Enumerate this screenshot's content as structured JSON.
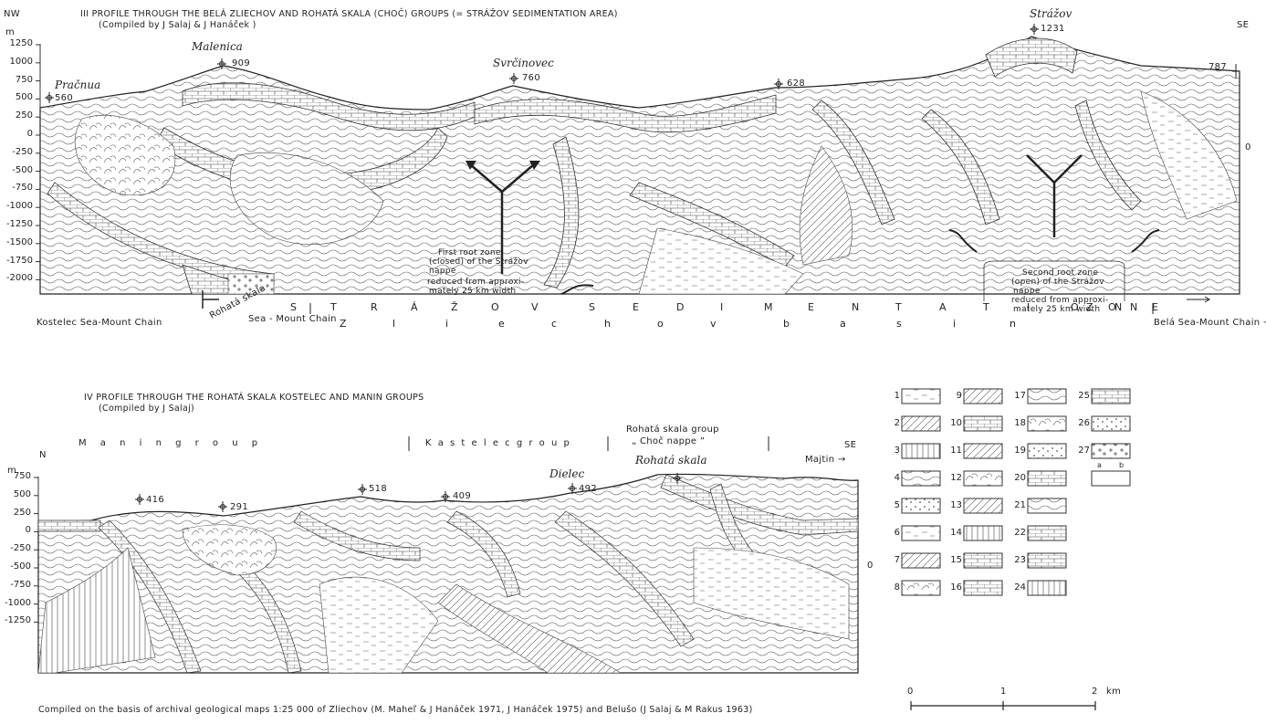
{
  "profile3": {
    "nw": "NW",
    "se": "SE",
    "title": "III  PROFILE THROUGH THE BELÁ  ZLIECHOV AND ROHATÁ SKALA (CHOČ)  GROUPS (= STRÁŽOV SEDIMENTATION AREA)",
    "credit": "(Compiled by  J  Salaj  &  J  Hanáček )",
    "unit": "m",
    "ticks": [
      "1250",
      "1000",
      "750",
      "500",
      "250",
      "0",
      "-250",
      "-500",
      "-750",
      "-1000",
      "-1250",
      "-1500",
      "-1750",
      "-2000"
    ],
    "right_zero": "0",
    "peaks": [
      {
        "name": "Pračnua",
        "elev": "560"
      },
      {
        "name": "Malenica",
        "elev": "909"
      },
      {
        "name": "Svrčinovec",
        "elev": "760"
      },
      {
        "name": "",
        "elev": "628"
      },
      {
        "name": "Strážov",
        "elev": "1231"
      },
      {
        "name": "",
        "elev": "787"
      }
    ],
    "root1": [
      "First root zone",
      "(closed) of the Strážov",
      "nappe",
      "reduced from approxi-",
      "mately  25 km width"
    ],
    "root2": [
      "Second root zone",
      "(open) of the Strážov",
      "nappe",
      "reduced from approxi-",
      "mately  25 km width"
    ],
    "zone_letters": [
      "S",
      "T",
      "R",
      "Á",
      "Ž",
      "O",
      "V",
      "S",
      "E",
      "D",
      "I",
      "M",
      "E",
      "N",
      "T",
      "A",
      "T",
      "I",
      "O",
      "N",
      "Z",
      "O",
      "N",
      "E"
    ],
    "basin_letters": [
      "Z",
      "l",
      "i",
      "e",
      "c",
      "h",
      "o",
      "v",
      "b",
      "a",
      "s",
      "i",
      "n"
    ],
    "bottom": {
      "left": "Kostelec Sea-Mount Chain",
      "rohata": "Rohatá skala",
      "sea_mount": "Sea - Mount Chain",
      "right": "Belá Sea-Mount Chain →"
    }
  },
  "profile4": {
    "title": "IV  PROFILE THROUGH THE ROHATÁ SKALA  KOSTELEC AND MANIN GROUPS",
    "credit": "(Compiled by  J  Salaj)",
    "groups": [
      "M a n i n         g r o u p",
      "K a s t e l e c     g r o u p",
      "Rohatá  skala group",
      "„ Choč  nappe ”"
    ],
    "n": "N",
    "se": "SE",
    "majtin": "Majtin →",
    "unit": "m",
    "ticks": [
      "750",
      "500",
      "250",
      "0",
      "-250",
      "-500",
      "-750",
      "-1000",
      "-1250"
    ],
    "right_zero": "0",
    "peaks": [
      {
        "name": "",
        "elev": "416"
      },
      {
        "name": "",
        "elev": "291"
      },
      {
        "name": "",
        "elev": "518"
      },
      {
        "name": "",
        "elev": "409"
      },
      {
        "name": "Dielec",
        "elev": "492"
      },
      {
        "name": "Rohatá skala",
        "elev": ""
      }
    ]
  },
  "legend": {
    "numbers": [
      "1",
      "2",
      "3",
      "4",
      "5",
      "6",
      "7",
      "8",
      "9",
      "10",
      "11",
      "12",
      "13",
      "14",
      "15",
      "16",
      "17",
      "18",
      "19",
      "20",
      "21",
      "22",
      "23",
      "24",
      "25",
      "26",
      "27"
    ],
    "sub_a": "a",
    "sub_b": "b"
  },
  "scale": {
    "zero": "0",
    "one": "1",
    "two": "2",
    "unit": "km"
  },
  "footer": "Compiled  on  the  basis  of  archival  geological  maps  1:25 000  of  Zliechov   (M. Maheľ  &  J Hanáček  1971,  J Hanáček  1975)  and  Belušo   (J Salaj  &  M Rakus  1963)"
}
